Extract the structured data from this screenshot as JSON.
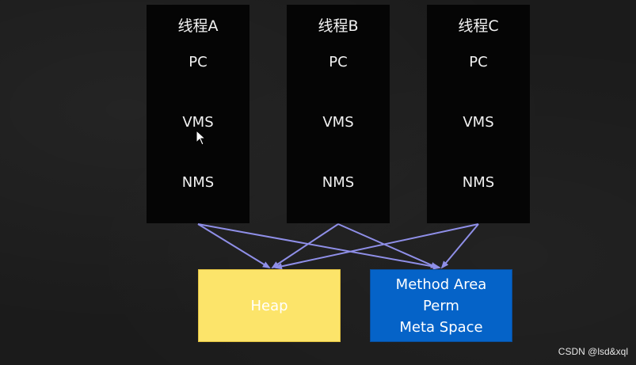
{
  "threads": [
    {
      "title": "线程A",
      "pc": "PC",
      "vms": "VMS",
      "nms": "NMS"
    },
    {
      "title": "线程B",
      "pc": "PC",
      "vms": "VMS",
      "nms": "NMS"
    },
    {
      "title": "线程C",
      "pc": "PC",
      "vms": "VMS",
      "nms": "NMS"
    }
  ],
  "heap": {
    "label": "Heap"
  },
  "method_area": {
    "line1": "Method Area",
    "line2": "Perm",
    "line3": "Meta Space"
  },
  "watermark": "CSDN @lsd&xql",
  "colors": {
    "background": "#1b1b1b",
    "thread_panel": "#050505",
    "heap": "#fce46a",
    "method_area": "#0563c8",
    "arrow": "#8f8fe8"
  }
}
